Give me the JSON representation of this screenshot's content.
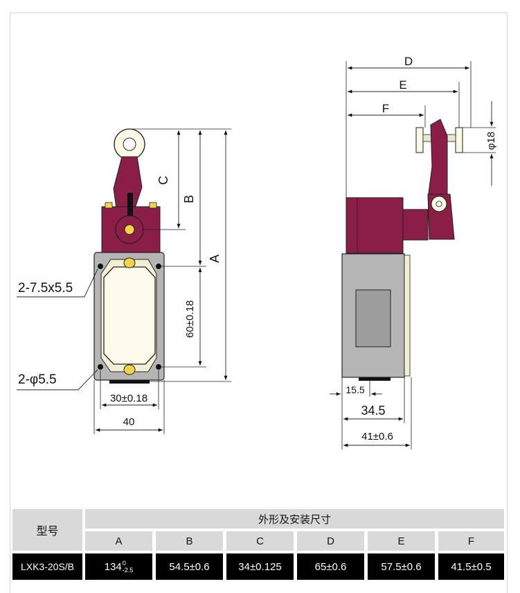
{
  "front_view": {
    "dim_A": "A",
    "dim_B": "B",
    "dim_C": "C",
    "dim_60": "60±0.18",
    "dim_30": "30±0.18",
    "dim_40": "40",
    "slot_callout": "2-7.5x5.5",
    "hole_callout": "2-φ5.5"
  },
  "side_view": {
    "dim_D": "D",
    "dim_E": "E",
    "dim_F": "F",
    "dim_phi18": "φ18",
    "dim_15_5": "15.5",
    "dim_34_5": "34.5",
    "dim_41": "41±0.6"
  },
  "colors": {
    "body_gray": "#b5b5b5",
    "panel_cream": "#fbf8e6",
    "lever_maroon": "#8a1e46",
    "hole_yellow": "#f2d34a"
  },
  "table": {
    "model_header": "型号",
    "group_header": "外形及安装尺寸",
    "columns": [
      "A",
      "B",
      "C",
      "D",
      "E",
      "F"
    ],
    "model_value": "LXK3-20S/B",
    "a_base": "134",
    "a_upper": "0",
    "a_lower": "-2.5",
    "values": [
      "54.5±0.6",
      "34±0.125",
      "65±0.6",
      "57.5±0.6",
      "41.5±0.5"
    ]
  }
}
